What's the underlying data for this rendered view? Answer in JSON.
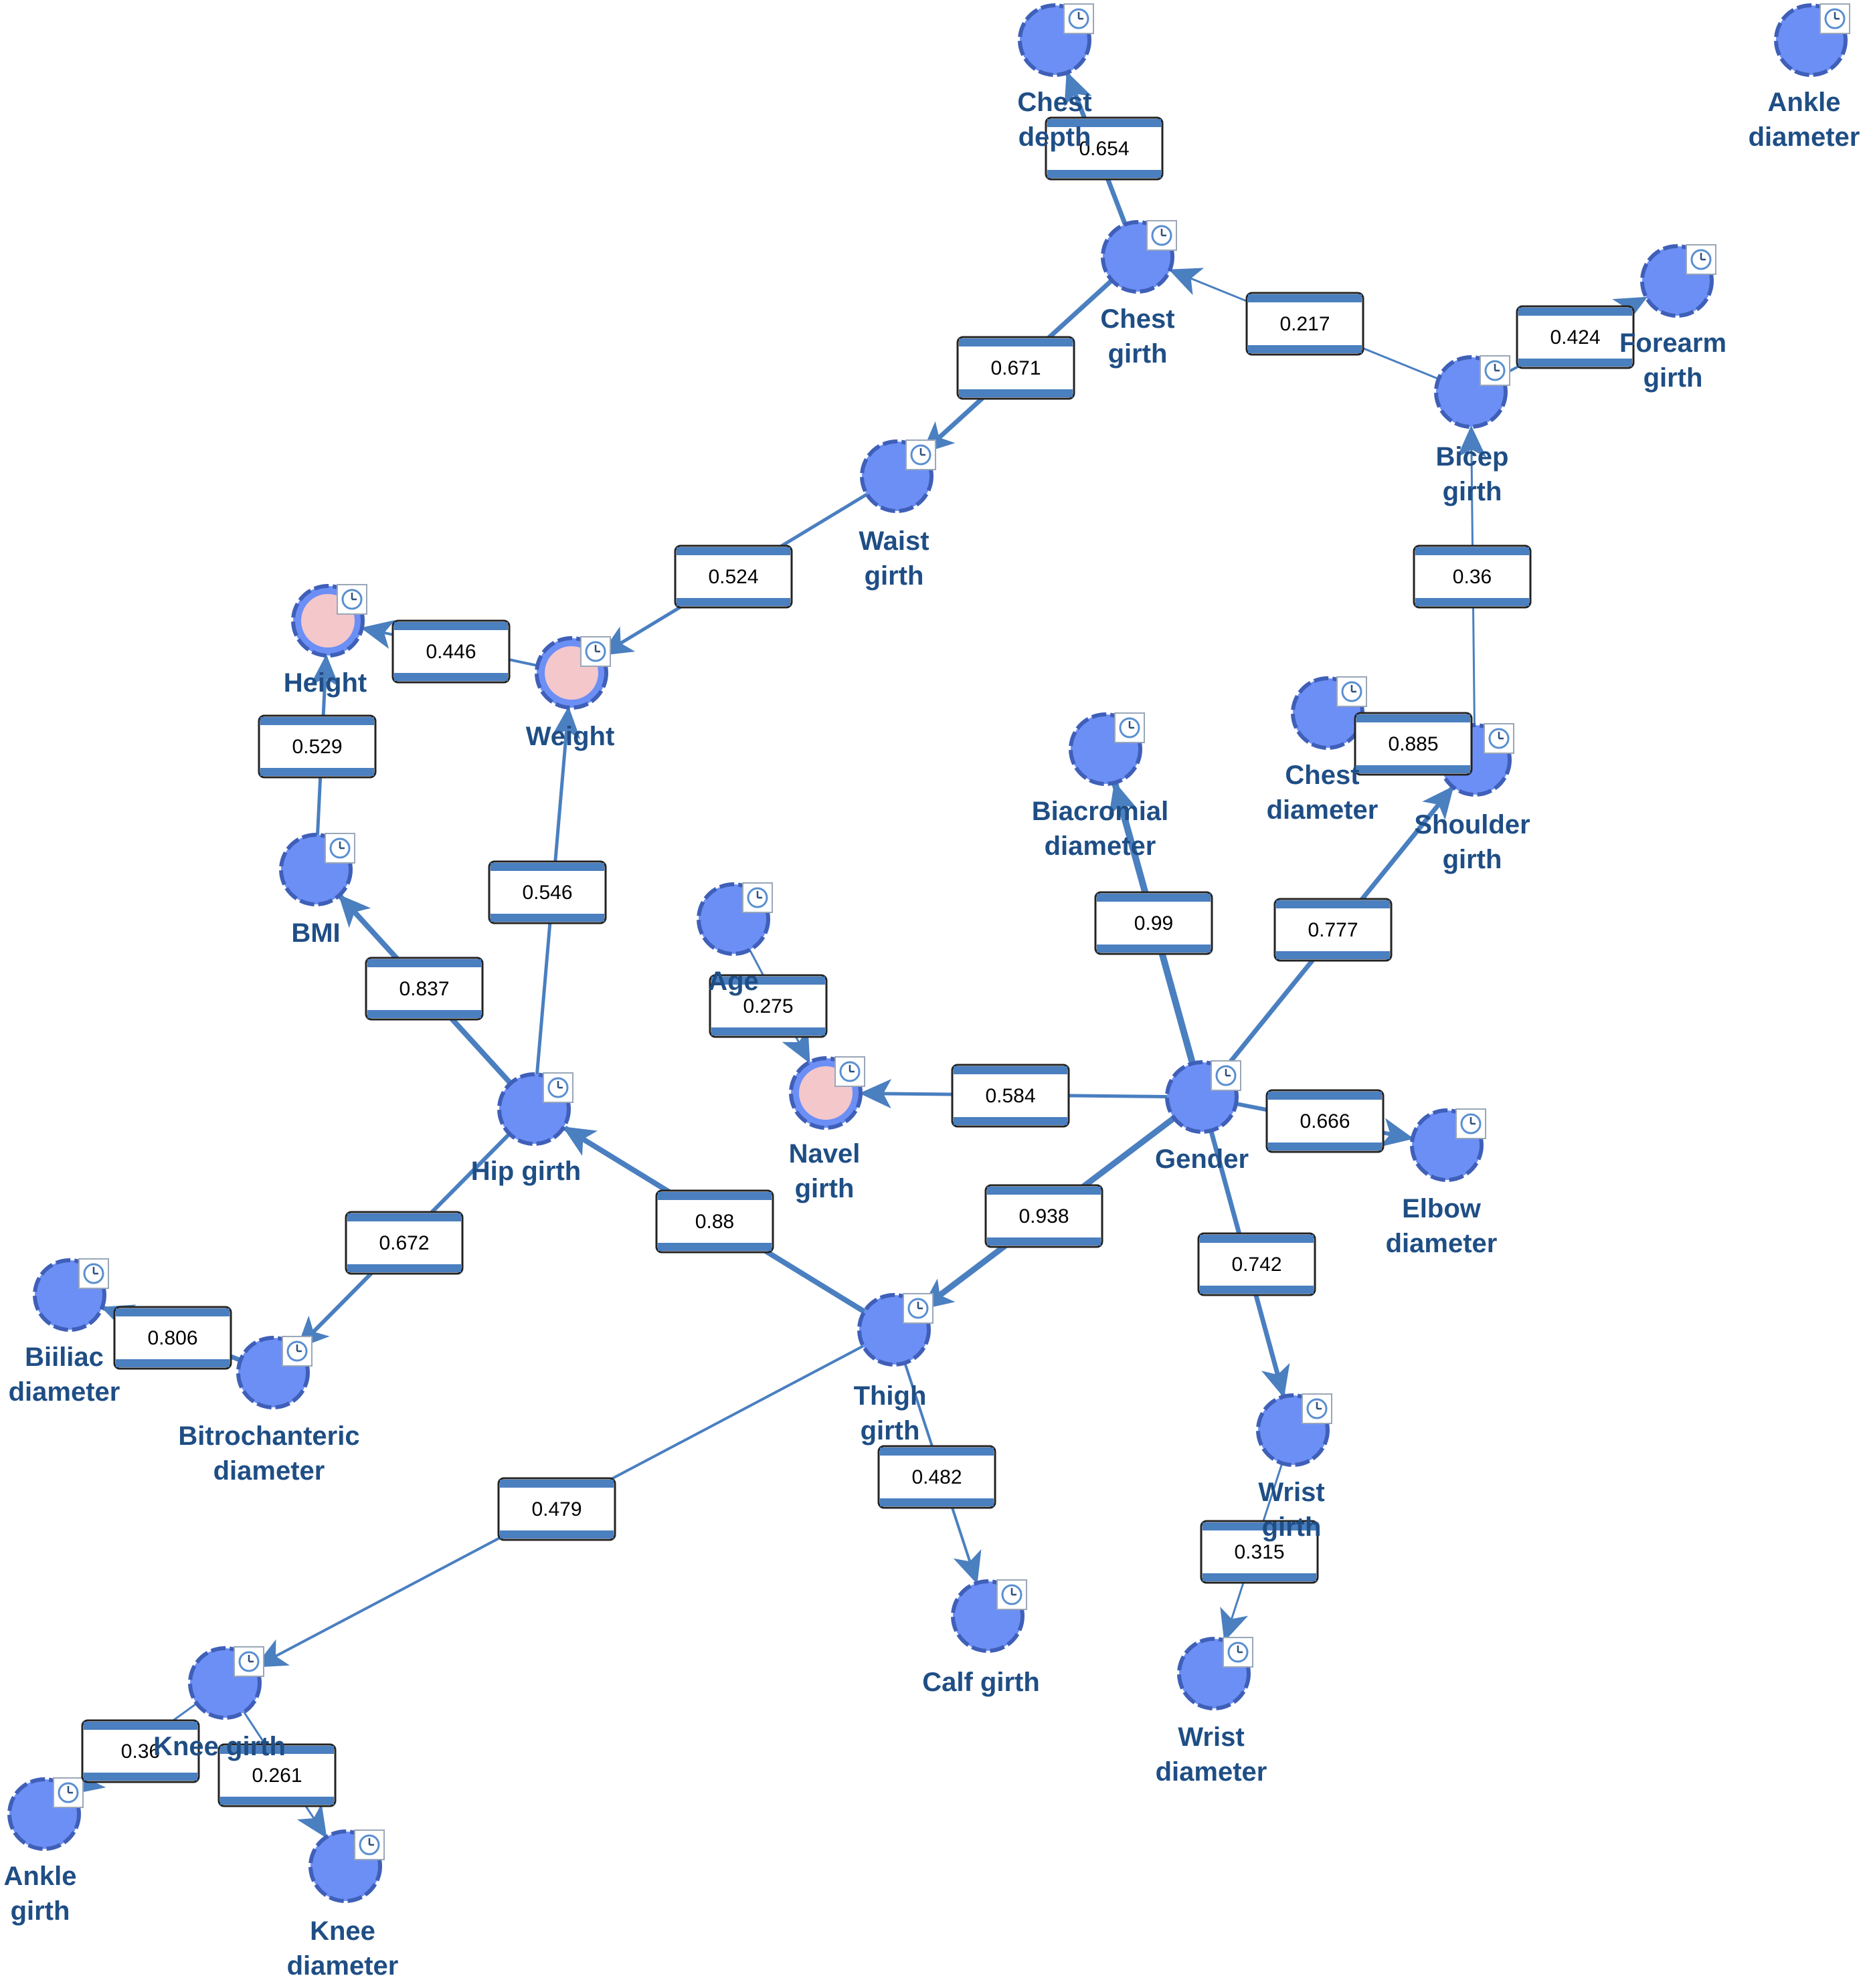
{
  "colors": {
    "node_fill": "#6b8ff5",
    "node_stroke": "#3f5fb8",
    "node_highlight_fill": "#f4c7cb",
    "edge": "#4a7fc0",
    "label_text": "#1f4e85",
    "badge_bar": "#4a7fc0"
  },
  "node_icon": "clock-icon",
  "nodes": [
    {
      "id": "chest-depth",
      "label": [
        "Chest",
        "depth"
      ]
    },
    {
      "id": "ankle-diameter",
      "label": [
        "Ankle",
        "diameter"
      ]
    },
    {
      "id": "chest-girth",
      "label": [
        "Chest",
        "girth"
      ]
    },
    {
      "id": "forearm-girth",
      "label": [
        "Forearm",
        "girth"
      ]
    },
    {
      "id": "bicep-girth",
      "label": [
        "Bicep",
        "girth"
      ]
    },
    {
      "id": "waist-girth",
      "label": [
        "Waist",
        "girth"
      ]
    },
    {
      "id": "height",
      "label": [
        "Height"
      ],
      "highlight": true
    },
    {
      "id": "weight",
      "label": [
        "Weight"
      ],
      "highlight": true
    },
    {
      "id": "chest-diameter",
      "label": [
        "Chest",
        "diameter"
      ]
    },
    {
      "id": "shoulder-girth",
      "label": [
        "Shoulder",
        "girth"
      ]
    },
    {
      "id": "biacromial-diameter",
      "label": [
        "Biacromial",
        "diameter"
      ]
    },
    {
      "id": "bmi",
      "label": [
        "BMI"
      ]
    },
    {
      "id": "age",
      "label": [
        "Age"
      ]
    },
    {
      "id": "navel-girth",
      "label": [
        "Navel",
        "girth"
      ],
      "highlight": true
    },
    {
      "id": "gender",
      "label": [
        "Gender"
      ]
    },
    {
      "id": "hip-girth",
      "label": [
        "Hip girth"
      ]
    },
    {
      "id": "elbow-diameter",
      "label": [
        "Elbow",
        "diameter"
      ]
    },
    {
      "id": "biiliac-diameter",
      "label": [
        "Biiliac",
        "diameter"
      ]
    },
    {
      "id": "bitrochanteric-diameter",
      "label": [
        "Bitrochanteric",
        "diameter"
      ]
    },
    {
      "id": "thigh-girth",
      "label": [
        "Thigh",
        "girth"
      ]
    },
    {
      "id": "wrist-girth",
      "label": [
        "Wrist",
        "girth"
      ]
    },
    {
      "id": "calf-girth",
      "label": [
        "Calf girth"
      ]
    },
    {
      "id": "wrist-diameter",
      "label": [
        "Wrist",
        "diameter"
      ]
    },
    {
      "id": "knee-girth",
      "label": [
        "Knee girth"
      ]
    },
    {
      "id": "ankle-girth",
      "label": [
        "Ankle",
        "girth"
      ]
    },
    {
      "id": "knee-diameter",
      "label": [
        "Knee",
        "diameter"
      ]
    }
  ],
  "edges": [
    {
      "from": "chest-girth",
      "to": "chest-depth",
      "value": "0.654"
    },
    {
      "from": "bicep-girth",
      "to": "chest-girth",
      "value": "0.217"
    },
    {
      "from": "bicep-girth",
      "to": "forearm-girth",
      "value": "0.424"
    },
    {
      "from": "chest-girth",
      "to": "waist-girth",
      "value": "0.671"
    },
    {
      "from": "waist-girth",
      "to": "weight",
      "value": "0.524"
    },
    {
      "from": "weight",
      "to": "height",
      "value": "0.446"
    },
    {
      "from": "bmi",
      "to": "height",
      "value": "0.529"
    },
    {
      "from": "hip-girth",
      "to": "weight",
      "value": "0.546"
    },
    {
      "from": "hip-girth",
      "to": "bmi",
      "value": "0.837"
    },
    {
      "from": "shoulder-girth",
      "to": "bicep-girth",
      "value": "0.36"
    },
    {
      "from": "shoulder-girth",
      "to": "chest-diameter",
      "value": "0.885"
    },
    {
      "from": "gender",
      "to": "biacromial-diameter",
      "value": "0.99"
    },
    {
      "from": "gender",
      "to": "shoulder-girth",
      "value": "0.777"
    },
    {
      "from": "age",
      "to": "navel-girth",
      "value": "0.275"
    },
    {
      "from": "gender",
      "to": "navel-girth",
      "value": "0.584"
    },
    {
      "from": "gender",
      "to": "elbow-diameter",
      "value": "0.666"
    },
    {
      "from": "gender",
      "to": "thigh-girth",
      "value": "0.938"
    },
    {
      "from": "gender",
      "to": "wrist-girth",
      "value": "0.742"
    },
    {
      "from": "thigh-girth",
      "to": "hip-girth",
      "value": "0.88"
    },
    {
      "from": "hip-girth",
      "to": "bitrochanteric-diameter",
      "value": "0.672"
    },
    {
      "from": "bitrochanteric-diameter",
      "to": "biiliac-diameter",
      "value": "0.806"
    },
    {
      "from": "thigh-girth",
      "to": "knee-girth",
      "value": "0.479"
    },
    {
      "from": "thigh-girth",
      "to": "calf-girth",
      "value": "0.482"
    },
    {
      "from": "wrist-girth",
      "to": "wrist-diameter",
      "value": "0.315"
    },
    {
      "from": "knee-girth",
      "to": "ankle-girth",
      "value": "0.36"
    },
    {
      "from": "knee-girth",
      "to": "knee-diameter",
      "value": "0.261"
    }
  ]
}
